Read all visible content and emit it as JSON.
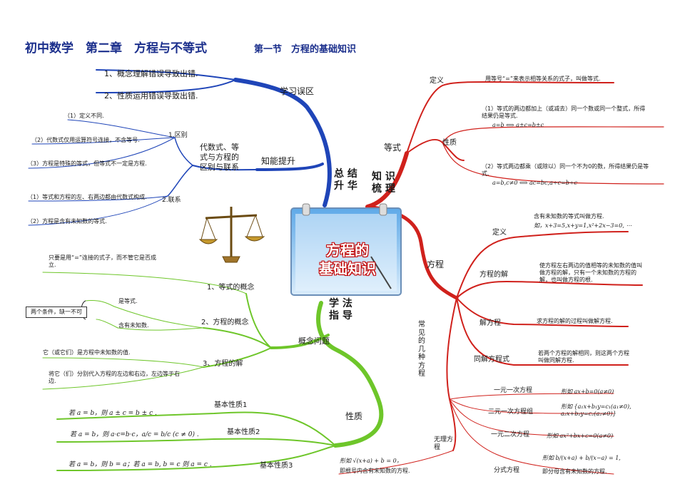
{
  "header": {
    "title": "初中数学　第二章　方程与不等式",
    "section": "第一节　方程的基础知识"
  },
  "center": {
    "line1": "方程的",
    "line2": "基础知识"
  },
  "hubs": {
    "summary1": "总 结",
    "summary2": "升 华",
    "knowledge1": "知 识",
    "knowledge2": "梳 理",
    "method1": "学 法",
    "method2": "指 导"
  },
  "summary": {
    "study_errors": {
      "label": "学习误区",
      "items": [
        "1、概念理解错误导致出错.",
        "2、性质运用错误导致出错."
      ]
    },
    "ability": {
      "label": "知能提升",
      "relation_label": "代数式、等式与方程的区别与联系",
      "diff_label": "1.区别",
      "diff_items": [
        "（1）定义不同.",
        "（2）代数式仅用运算符号连接，不含等号.",
        "（3）方程是特殊的等式，但等式不一定是方程."
      ],
      "link_label": "2.联系",
      "link_items": [
        "（1）等式和方程的左、右两边都由代数式构成.",
        "（2）方程是含有未知数的等式."
      ]
    }
  },
  "knowledge": {
    "equality": {
      "label": "等式",
      "def_label": "定义",
      "def_text": "用等号“=”来表示相等关系的式子，叫做等式.",
      "prop_label": "性质",
      "prop1_text": "（1）等式的两边都加上（或减去）同一个数或同一个整式，所得结果仍是等式.",
      "prop1_formula": "a=b ⟺ a±c=b±c",
      "prop2_text": "（2）等式两边都乘（或除以）同一个不为0的数，所得结果仍是等式.",
      "prop2_formula": "a=b,c≠0 ⟺ ac=bc,a÷c=b÷c"
    },
    "equation": {
      "label": "方程",
      "def_label": "定义",
      "def_text": "含有未知数的等式叫做方程.",
      "def_example": "如，x+3=5,x+y=1,x²+2x−3=0, ⋯",
      "solution_label": "方程的解",
      "solution_text": "使方程左右两边的值相等的未知数的值叫做方程的解，只有一个未知数的方程的解，也叫做方程的根.",
      "solving_label": "解方程",
      "solving_text": "求方程的解的过程叫做解方程.",
      "same_label": "同解方程式",
      "same_text": "若两个方程的解相同，则这两个方程叫做同解方程.",
      "common_label": "常见的几种方程",
      "common": [
        {
          "name": "一元一次方程",
          "form": "形如 ax+b=0(a≠0)"
        },
        {
          "name": "二元一次方程组",
          "form": "形如 {a₁x+b₁y=c₁(a₁≠0), a₂x+b₂y=c₂(a₂≠0)}"
        },
        {
          "name": "一元二次方程",
          "form": "形如 ax²+bx+c=0(a≠0)"
        },
        {
          "name": "分式方程",
          "form": "形如 b/(x+a) + b/(x−a) = 1,",
          "note": "即分母含有未知数的方程."
        }
      ],
      "irrational_label": "无理方程",
      "irrational_form": "形如 √(x+a) + b = 0，",
      "irrational_note": "即根号内含有未知数的方程."
    }
  },
  "method": {
    "concepts": {
      "label": "概念问题",
      "eq_concept": "1、等式的概念",
      "eq_concept_text": "只要是用“=”连接的式子，而不管它是否成立.",
      "fc_concept": "2、方程的概念",
      "fc_box": "两个条件，缺一不可",
      "fc_cond1": "是等式.",
      "fc_cond2": "含有未知数.",
      "sol_concept": "3、方程的解",
      "sol_text1": "它（或它们）是方程中未知数的值.",
      "sol_text2": "将它（们）分别代入方程的左边和右边，左边等于右边."
    },
    "properties": {
      "label": "性质",
      "p1_label": "基本性质1",
      "p1_text": "若 a = b，则 a ± c = b ± c .",
      "p2_label": "基本性质2",
      "p2_text": "若 a = b，则 a·c=b·c，a/c = b/c (c ≠ 0) .",
      "p3_label": "基本性质3",
      "p3_text": "若 a = b，则 b = a；若 a = b, b = c 则 a = c ."
    }
  },
  "colors": {
    "summary": "#1f45b8",
    "knowledge": "#d0211c",
    "method": "#6ec62a",
    "title": "#1b2f8c"
  }
}
